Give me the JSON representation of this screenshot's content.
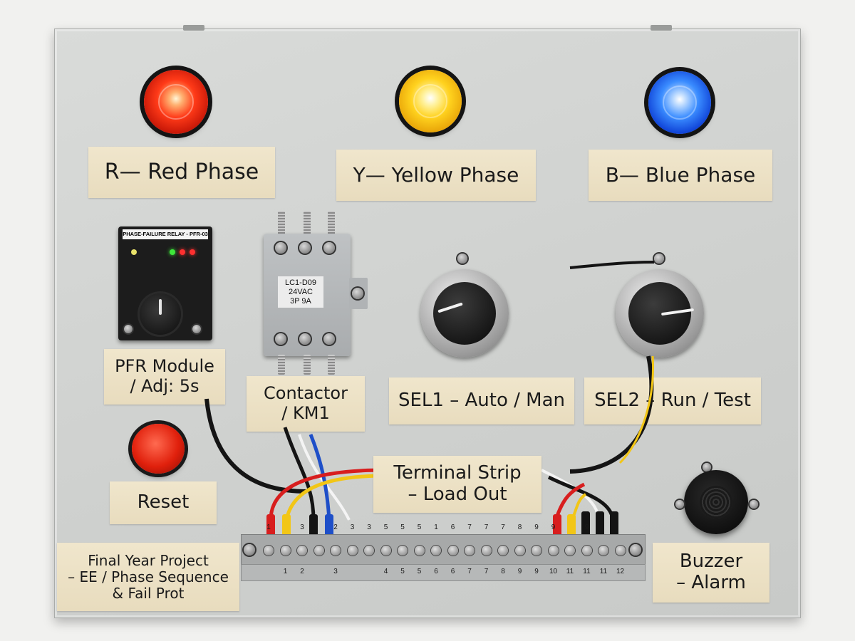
{
  "phases": [
    {
      "label": "R— Red Phase",
      "color": "#ff3a18"
    },
    {
      "label": "Y— Yellow Phase",
      "color": "#ffd21e"
    },
    {
      "label": "B— Blue Phase",
      "color": "#3a8cff"
    }
  ],
  "pfr": {
    "device_label": "PHASE-FAILURE RELAY - PFR-03",
    "tag_line1": "PFR Module",
    "tag_line2": "/ Adj: 5s"
  },
  "contactor": {
    "plate": [
      "LC1-D09",
      "24VAC",
      "3P 9A"
    ],
    "tag_line1": "Contactor",
    "tag_line2": "/ KM1"
  },
  "selectors": [
    {
      "label": "SEL1 – Auto / Man"
    },
    {
      "label": "SEL2 – Run / Test"
    }
  ],
  "reset": {
    "label": "Reset"
  },
  "terminal_strip": {
    "tag_line1": "Terminal Strip",
    "tag_line2": "– Load Out",
    "top_numbers": [
      "1",
      "",
      "3",
      "",
      "2",
      "3",
      "3",
      "5",
      "5",
      "5",
      "1",
      "6",
      "7",
      "7",
      "7",
      "8",
      "9",
      "9",
      "",
      "9",
      "",
      ""
    ],
    "bottom_numbers": [
      "",
      "1",
      "2",
      "",
      "3",
      "",
      "",
      "4",
      "5",
      "5",
      "6",
      "6",
      "7",
      "7",
      "8",
      "9",
      "9",
      "10",
      "11",
      "11",
      "11",
      "12"
    ]
  },
  "buzzer": {
    "tag_line1": "Buzzer",
    "tag_line2": "– Alarm"
  },
  "project": {
    "line1": "Final Year Project",
    "line2": "– EE / Phase Sequence",
    "line3": "& Fail Prot"
  },
  "wire_colors": {
    "red": "#d81e1e",
    "yellow": "#f2c616",
    "blue": "#1e4fc8",
    "black": "#141414",
    "white": "#f4f4f4"
  }
}
